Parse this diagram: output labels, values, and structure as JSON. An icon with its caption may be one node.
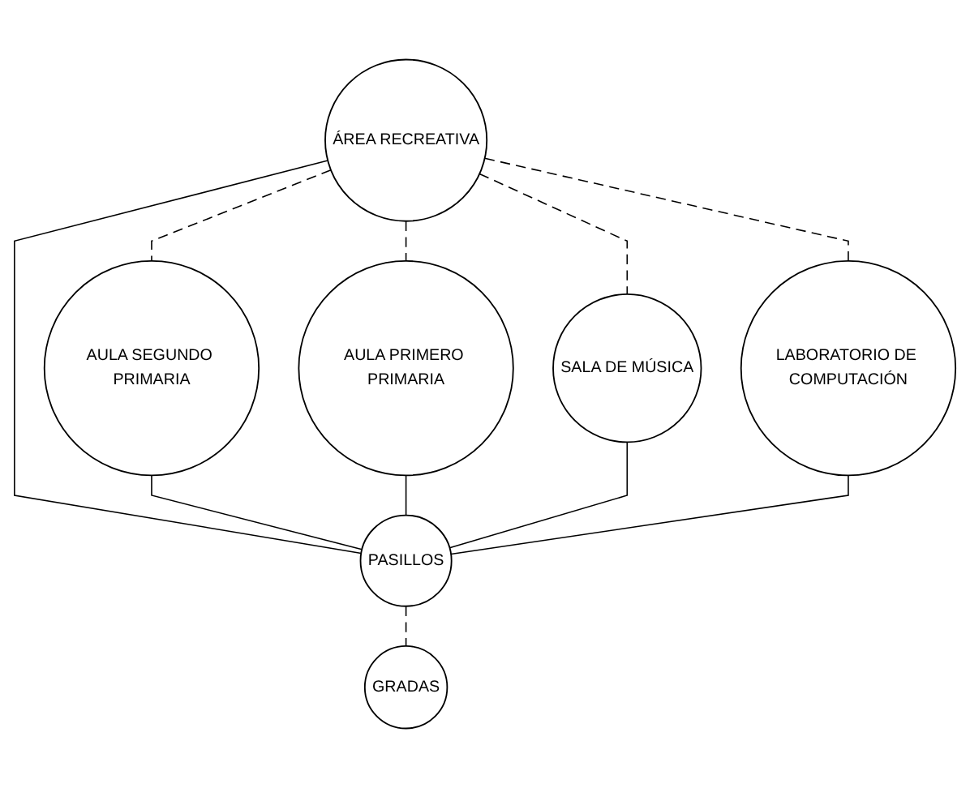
{
  "diagram": {
    "nodes": [
      {
        "text": [
          "ÁREA RECREATIVA"
        ]
      },
      {
        "text": [
          "AULA SEGUNDO PRIMARIA"
        ]
      },
      {
        "text": [
          "AULA PRIMERO PRIMARIA"
        ]
      },
      {
        "text": [
          "SALA DE MÚSICA"
        ]
      },
      {
        "text": [
          "LABORATORIO DE COMPUTACIÓN"
        ]
      },
      {
        "text": [
          "PASILLOS"
        ]
      },
      {
        "text": [
          "GRADAS"
        ]
      }
    ],
    "edges": [
      {
        "from": 0,
        "to": 2,
        "arrow": "none",
        "style": "dashed"
      },
      {
        "from": 0,
        "to": 1,
        "arrow": "none",
        "style": "dashed"
      },
      {
        "from": 0,
        "to": 3,
        "arrow": "none",
        "style": "dashed"
      },
      {
        "from": 0,
        "to": 4,
        "arrow": "none",
        "style": "dashed"
      },
      {
        "from": 0,
        "to": 5,
        "arrow": "none"
      },
      {
        "from": 1,
        "to": 5,
        "arrow": "none"
      },
      {
        "from": 2,
        "to": 5,
        "arrow": "none"
      },
      {
        "from": 3,
        "to": 5,
        "arrow": "none"
      },
      {
        "from": 4,
        "to": 5,
        "arrow": "none"
      },
      {
        "from": 5,
        "to": 6,
        "arrow": "none",
        "style": "dashed"
      }
    ]
  }
}
